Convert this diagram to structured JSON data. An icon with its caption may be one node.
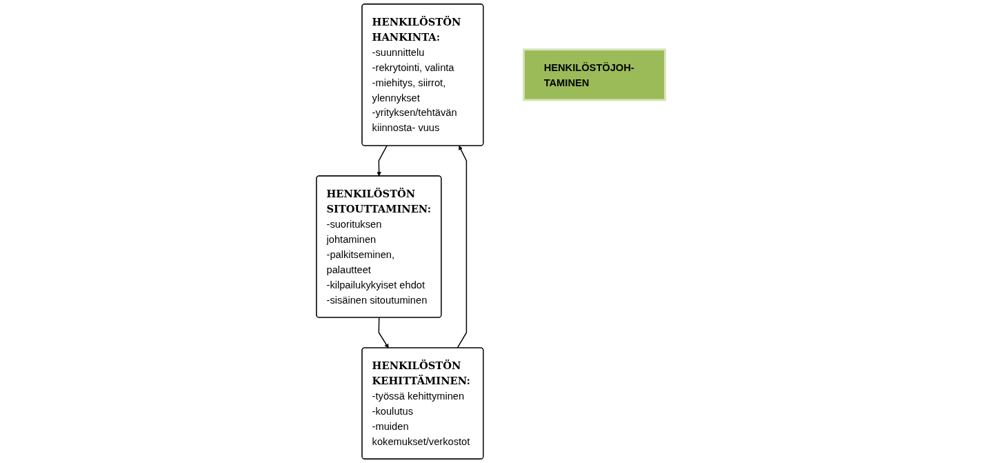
{
  "diagram": {
    "nodes": [
      {
        "text": [
          "HENKILÖSTÖN HANKINTA:",
          "-suunnittelu",
          "-rekrytointi, valinta",
          "-miehitys, siirrot, ylennykset",
          "-yrityksen/tehtävän kiinnosta- vuus"
        ]
      },
      {
        "text": [
          "HENKILÖSTÖN SITOUTTAMINEN:",
          "-suorituksen johtaminen",
          "-palkitseminen, palautteet",
          "-kilpailukykyiset ehdot",
          "-sisäinen sitoutuminen"
        ]
      },
      {
        "text": [
          "HENKILÖSTÖN KEHITTÄMINEN:",
          "-työssä kehittyminen",
          "-koulutus",
          "-muiden kokemukset/verkostot"
        ]
      },
      {
        "text": [
          "HENKILÖSTÖJOH- TAMINEN"
        ]
      }
    ],
    "edges": [
      {
        "from": 2,
        "to": 0,
        "arrow": "to"
      },
      {
        "from": 0,
        "to": 1,
        "arrow": "to"
      },
      {
        "from": 1,
        "to": 2,
        "arrow": "to"
      }
    ]
  }
}
